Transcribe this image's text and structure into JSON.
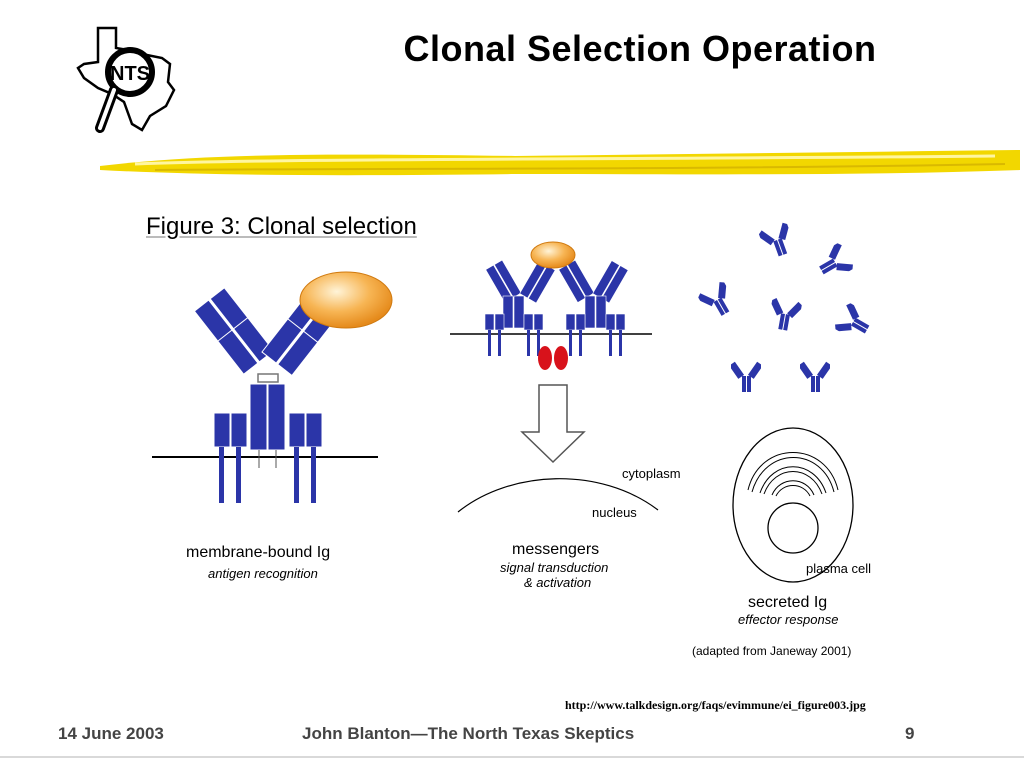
{
  "slide": {
    "title": "Clonal Selection Operation",
    "figure_title": "Figure 3: Clonal selection",
    "url": "http://www.talkdesign.org/faqs/evimmune/ei_figure003.jpg",
    "footer": {
      "date": "14 June 2003",
      "author": "John Blanton—The North Texas Skeptics",
      "page": "9"
    }
  },
  "logo": {
    "text": "NTS",
    "icon": "texas-magnifier-logo"
  },
  "panels": {
    "left": {
      "title": "membrane-bound Ig",
      "subtitle": "antigen recognition"
    },
    "middle": {
      "title": "messengers",
      "subtitle_line1": "signal transduction",
      "subtitle_line2": "& activation",
      "cytoplasm": "cytoplasm",
      "nucleus": "nucleus"
    },
    "right": {
      "plasma_cell": "plasma cell",
      "title": "secreted Ig",
      "subtitle": "effector response",
      "credit": "(adapted from Janeway 2001)"
    }
  },
  "colors": {
    "antibody": "#2b35a8",
    "antigen": "#f4a83a",
    "messenger": "#d8121b",
    "swoosh": "#f2d700"
  }
}
